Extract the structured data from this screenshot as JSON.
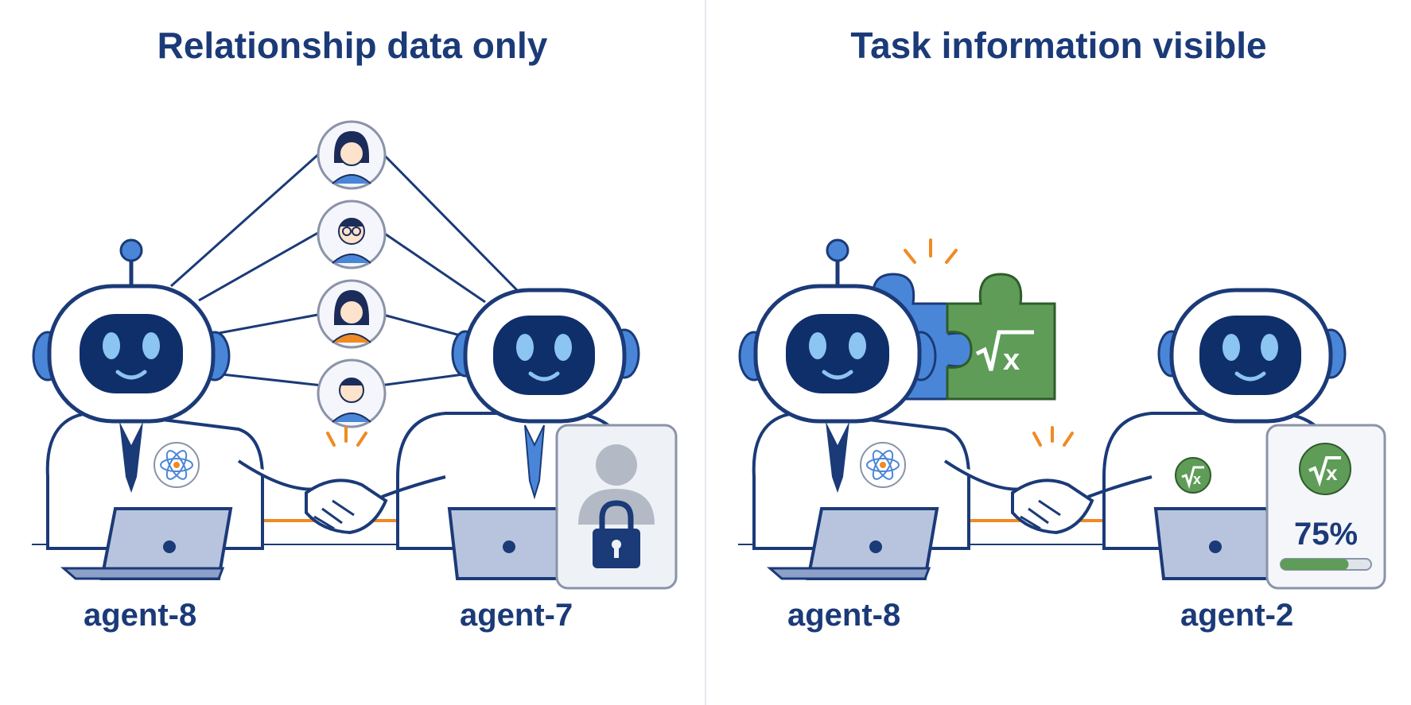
{
  "left_panel": {
    "title": "Relationship data only",
    "agent_a": "agent-8",
    "agent_b": "agent-7"
  },
  "right_panel": {
    "title": "Task information visible",
    "agent_a": "agent-8",
    "agent_b": "agent-2",
    "progress_text": "75%",
    "progress_value": 0.75
  },
  "colors": {
    "navy": "#1b3a78",
    "robot_face": "#0f2f6b",
    "eye": "#8cc4f2",
    "accent_orange": "#f08a24",
    "puzzle_blue": "#4a86d8",
    "puzzle_green": "#5e9c58"
  },
  "icons": [
    "atom-icon",
    "sqrt-x-icon",
    "lock-icon",
    "handshake-icon",
    "laptop-icon",
    "person-avatar-icon"
  ]
}
